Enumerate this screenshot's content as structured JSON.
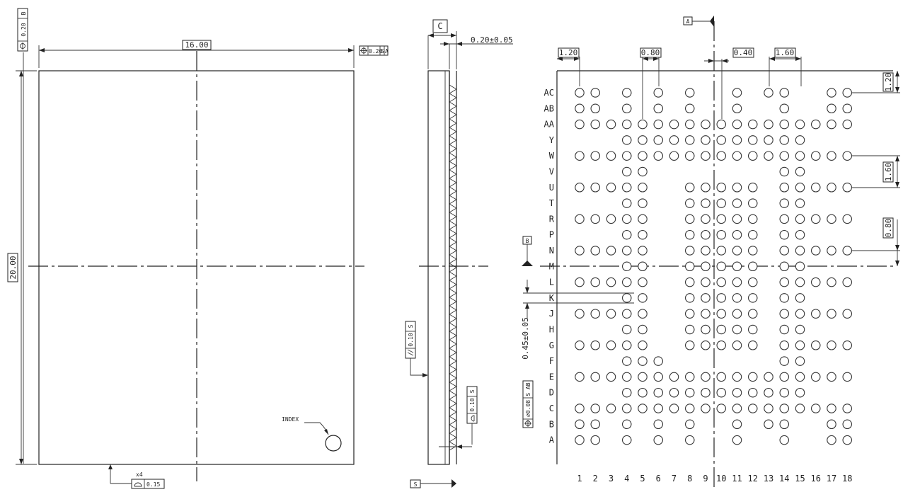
{
  "top_view": {
    "width_dim": "16.00",
    "height_dim": "20.00",
    "position_tol": "0.20",
    "position_tol_refs": [
      "S",
      "A"
    ],
    "flatness_tol": "0.20",
    "flatness_ref": "B",
    "index_label": "INDEX",
    "corner_count": "x4",
    "corner_tol": "0.15"
  },
  "side_view": {
    "datum_c": "C",
    "ball_height_dim": "0.20±0.05",
    "parallelism_tol": "0.10",
    "parallelism_ref": "S",
    "profile_tol": "0.10",
    "profile_ref": "S",
    "datum_s": "S"
  },
  "bottom_view": {
    "datum_a": "A",
    "datum_b": "B",
    "pitch_left": "1.20",
    "pitch_080": "0.80",
    "pitch_040": "0.40",
    "pitch_160": "1.60",
    "right_dim_1": "1.20",
    "right_dim_2": "1.60",
    "right_dim_3": "0.80",
    "ball_dia_dim": "0.45±0.05",
    "ball_position_tol": "⌀0.08",
    "ball_position_refs": "S AB",
    "row_labels": [
      "AC",
      "AB",
      "AA",
      "Y",
      "W",
      "V",
      "U",
      "T",
      "R",
      "P",
      "N",
      "M",
      "L",
      "K",
      "J",
      "H",
      "G",
      "F",
      "E",
      "D",
      "C",
      "B",
      "A"
    ],
    "col_labels": [
      "1",
      "2",
      "3",
      "4",
      "5",
      "6",
      "7",
      "8",
      "9",
      "10",
      "11",
      "12",
      "13",
      "14",
      "15",
      "16",
      "17",
      "18"
    ],
    "ball_map": [
      "110101010010110011",
      "110101010010010011",
      "111111111111111111",
      "000111111111111000",
      "111111111111111111",
      "000110000000011000",
      "111110011111011111",
      "000110011111011000",
      "111110011111011111",
      "000110011111011000",
      "111110011111011111",
      "000110011111011000",
      "111110011111011111",
      "000110011111011000",
      "111110011111011111",
      "000110011111011000",
      "111110011111011111",
      "000111000000011000",
      "111111111111111111",
      "000111111111111000",
      "111111111111111111",
      "110101010010110011",
      "110101010010010011"
    ]
  }
}
